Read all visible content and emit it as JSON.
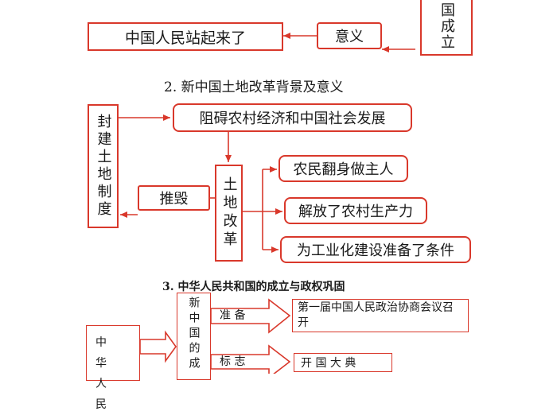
{
  "top": {
    "stand_up": "中国人民站起来了",
    "meaning": "意义",
    "founding": "国成立"
  },
  "section2": {
    "title": "2. 新中国土地改革背景及意义",
    "feudal_land": "封建土地制度",
    "hinder": "阻碍农村经济和中国社会发展",
    "destroy": "推毁",
    "land_reform": "土地改革",
    "peasants": "农民翻身做主人",
    "liberate": "解放了农村生产力",
    "industrial": "为工业化建设准备了条件"
  },
  "section3": {
    "title": "3. 中华人民共和国的成立与政权巩固",
    "prc_partial": "中华人民",
    "new_china_partial": "新中国的成",
    "prepare": "准 备",
    "cppcc": "第一届中国人民政治协商会议召开",
    "symbol": "标 志",
    "ceremony": "开 国 大 典"
  },
  "colors": {
    "border": "#d9382b",
    "text": "#1a1a1a"
  }
}
